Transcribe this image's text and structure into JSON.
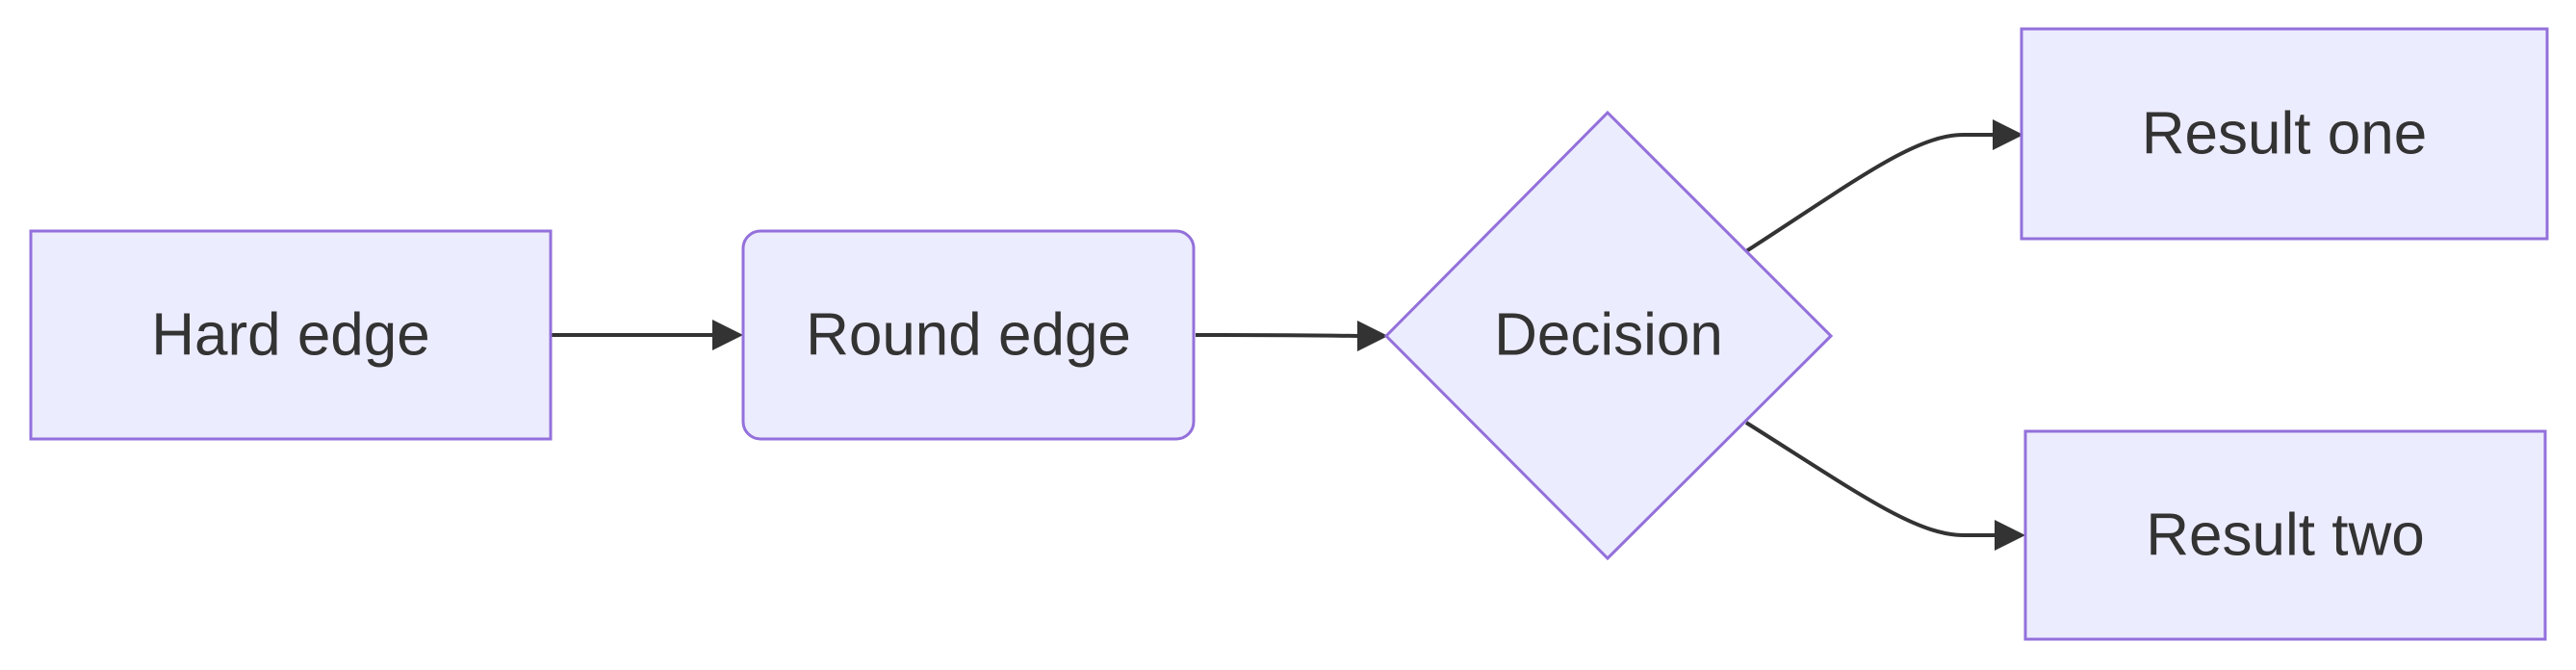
{
  "theme": {
    "node_fill": "#ECECFF",
    "node_stroke": "#9370DB",
    "edge_color": "#333333",
    "text_color": "#333333",
    "background": "#FFFFFF"
  },
  "nodes": {
    "hard_edge": {
      "label": "Hard edge",
      "shape": "rectangle"
    },
    "round_edge": {
      "label": "Round edge",
      "shape": "rounded-rectangle"
    },
    "decision": {
      "label": "Decision",
      "shape": "diamond"
    },
    "result_one": {
      "label": "Result one",
      "shape": "rectangle"
    },
    "result_two": {
      "label": "Result two",
      "shape": "rectangle"
    }
  },
  "edges": [
    {
      "from": "hard_edge",
      "to": "round_edge"
    },
    {
      "from": "round_edge",
      "to": "decision"
    },
    {
      "from": "decision",
      "to": "result_one"
    },
    {
      "from": "decision",
      "to": "result_two"
    }
  ]
}
